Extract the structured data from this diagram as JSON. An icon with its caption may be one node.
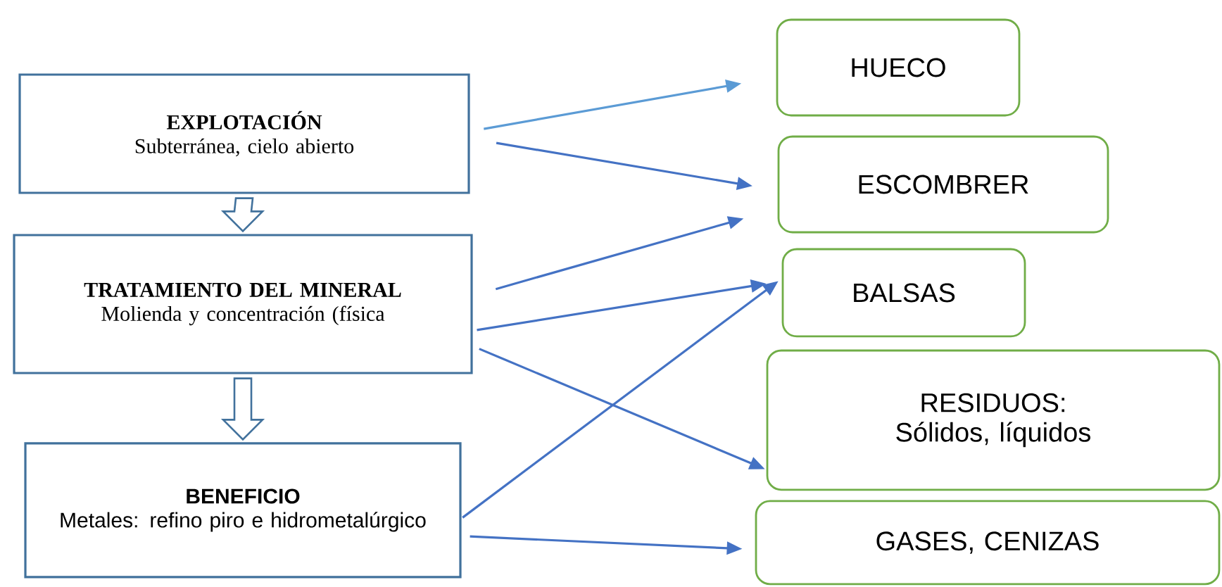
{
  "diagram": {
    "nodes": [
      {
        "text": [
          "EXPLOTACIÓN",
          "Subterránea, cielo abierto"
        ]
      },
      {
        "text": [
          "TRATAMIENTO DEL MINERAL",
          "Molienda y concentración (física"
        ]
      },
      {
        "text": [
          "BENEFICIO",
          "Metales: refino piro e hidrometalúrgico"
        ]
      },
      {
        "text": [
          "HUECO"
        ]
      },
      {
        "text": [
          "ESCOMBRER"
        ]
      },
      {
        "text": [
          "BALSAS"
        ]
      },
      {
        "text": [
          "RESIDUOS:",
          "Sólidos, líquidos"
        ]
      },
      {
        "text": [
          "GASES, CENIZAS"
        ]
      }
    ],
    "edges": [
      {
        "from": 0,
        "to": 1,
        "arrow": "to",
        "style": "thick"
      },
      {
        "from": 1,
        "to": 2,
        "arrow": "to",
        "style": "thick"
      },
      {
        "from": 0,
        "to": 3,
        "arrow": "to",
        "color": "#5b9bd5"
      },
      {
        "from": 0,
        "to": 4,
        "arrow": "to"
      },
      {
        "from": 1,
        "to": 4,
        "arrow": "to"
      },
      {
        "from": 1,
        "to": 5,
        "arrow": "to"
      },
      {
        "from": 1,
        "to": 6,
        "arrow": "to"
      },
      {
        "from": 2,
        "to": 5,
        "arrow": "to"
      },
      {
        "from": 2,
        "to": 7,
        "arrow": "to"
      }
    ]
  }
}
